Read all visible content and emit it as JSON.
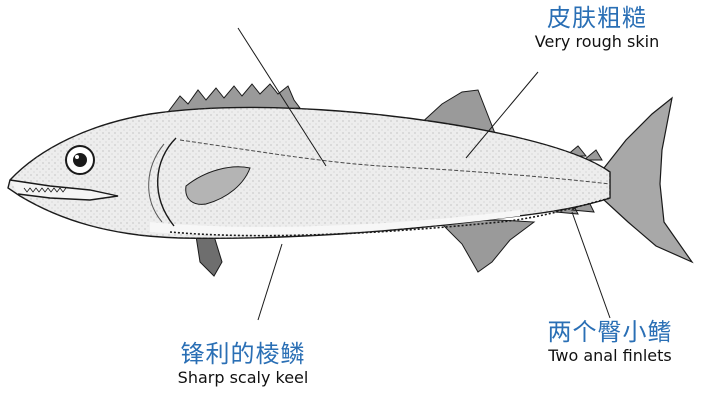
{
  "colors": {
    "label_zh": "#2a6fb5",
    "ink": "#1a1a1a",
    "fish_body": "#ededed",
    "fish_belly": "#f7f7f7",
    "fin": "#9a9a9a"
  },
  "annotations": {
    "skin": {
      "zh": "皮肤粗糙",
      "en": "Very rough skin"
    },
    "keel": {
      "zh": "锋利的棱鳞",
      "en": "Sharp scaly keel"
    },
    "finlets": {
      "zh": "两个臀小鳍",
      "en": "Two anal finlets"
    }
  }
}
